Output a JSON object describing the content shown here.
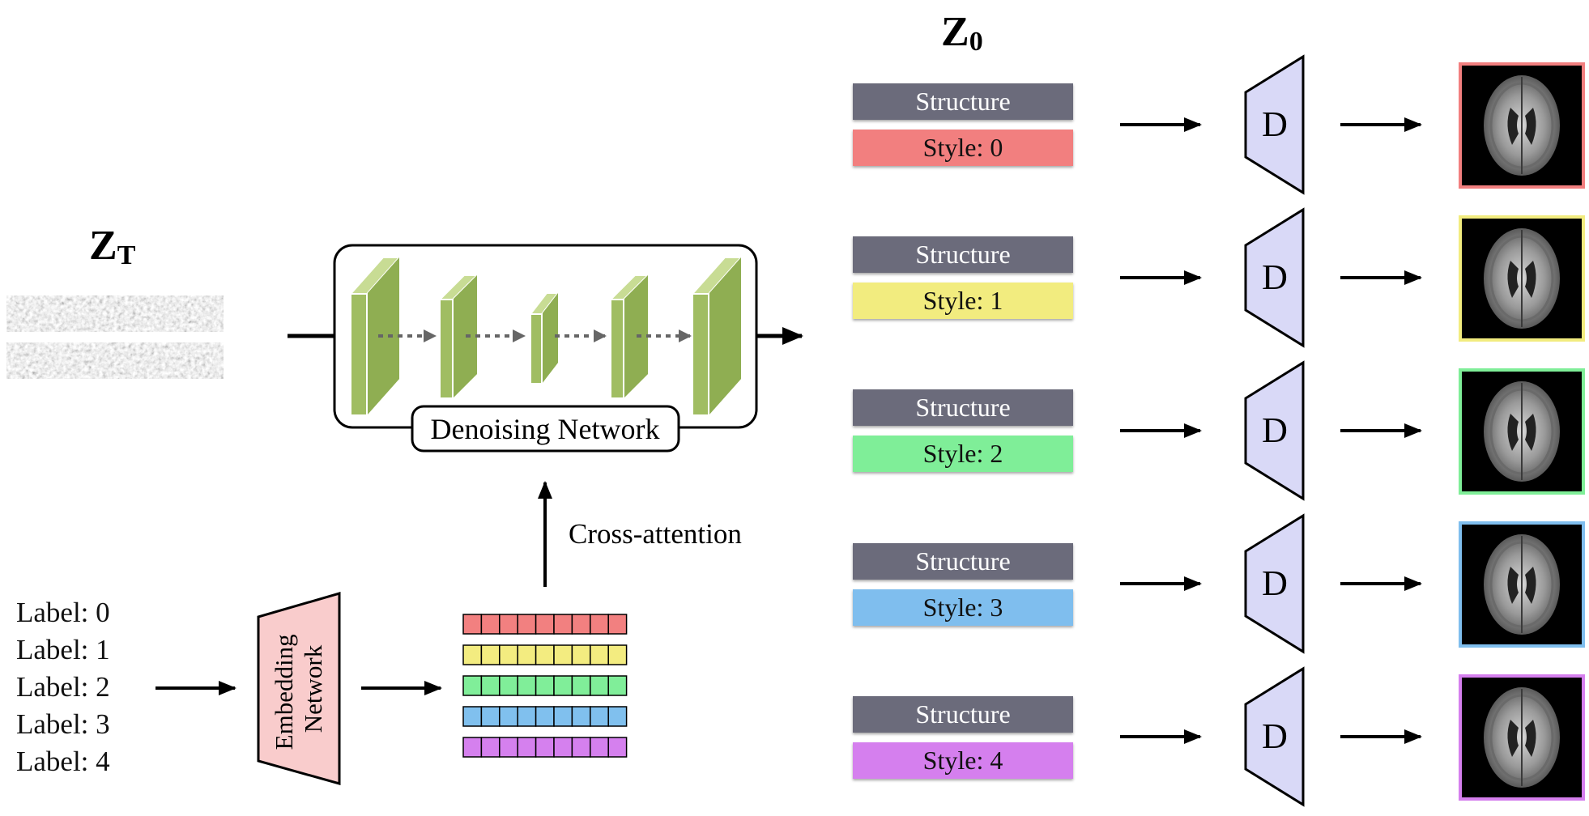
{
  "zt_label": {
    "main": "Z",
    "sub": "T"
  },
  "z0_label": {
    "main": "Z",
    "sub": "0"
  },
  "denoising_network_label": "Denoising Network",
  "cross_attention_label": "Cross-attention",
  "embedding_network_label": {
    "line1": "Embedding",
    "line2": "Network"
  },
  "labels": [
    "Label: 0",
    "Label: 1",
    "Label: 2",
    "Label: 3",
    "Label: 4"
  ],
  "embedding_rows": [
    {
      "color": "#f28080"
    },
    {
      "color": "#f3ec80"
    },
    {
      "color": "#80ee99"
    },
    {
      "color": "#80c0ee"
    },
    {
      "color": "#d580ee"
    }
  ],
  "embedding_cells_per_row": 9,
  "decoder_label": "D",
  "rows": [
    {
      "structure": "Structure",
      "style": "Style: 0",
      "color": "#f27f7f"
    },
    {
      "structure": "Structure",
      "style": "Style: 1",
      "color": "#f2ec7f"
    },
    {
      "structure": "Structure",
      "style": "Style: 2",
      "color": "#7fee98"
    },
    {
      "structure": "Structure",
      "style": "Style: 3",
      "color": "#7fbeee"
    },
    {
      "structure": "Structure",
      "style": "Style: 4",
      "color": "#d57fee"
    }
  ]
}
